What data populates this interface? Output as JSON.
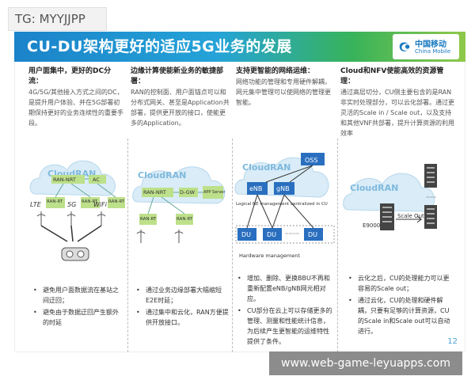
{
  "watermark_top": "TG: MYYJJPP",
  "watermark_bottom": "www.web-game-leyuapps.com",
  "title": "CU-DU架构更好的适应5G业务的发展",
  "logo": {
    "name": "中国移动",
    "en": "China Mobile"
  },
  "columns": [
    {
      "head": "用户面集中，更好的DC分流：",
      "body": "4G/5G/其他接入方式之间的DC，是提升用户体验、并在5G部署初期保持更好的业务连续性的重要手段。"
    },
    {
      "head": "边缘计算使能新业务的敏捷部署：",
      "body": "RAN的控制面、用户面锚点可以和分布式网关、甚至是Application共部署，提供更开放的接口，使能更多的Application。"
    },
    {
      "head": "支持更智能的网络运维：",
      "body": "网络功能的管理和专用硬件解耦，网元集中管理可以使网络的管理更智能。"
    },
    {
      "head": "Cloud和NFV使能高效的资源管理：",
      "body": "通过高层切分，CU侧主要包含的是RAN非实时处理部分，可以云化部署。通过更灵活的Scale in / Scale out，以及支持和其他VNF共部署，提升计算资源的利用效率"
    }
  ],
  "diagram1": {
    "cloud_label": "CloudRAN",
    "nrt": "RAN-NRT",
    "ac": "AC",
    "rt": "RAN-RT",
    "lte": "LTE",
    "g5": "5G",
    "wifi": "WiFi"
  },
  "diagram2": {
    "cloud_label": "CloudRAN",
    "nrt": "RAN-NRT",
    "dgw": "D-GW",
    "app": "APP Server",
    "rt": "RAN-RT"
  },
  "diagram3": {
    "cloud_label": "CloudRAN",
    "oss": "OSS",
    "enb": "eNB",
    "gnb": "gNB",
    "ne_label": "Logical NE management centralized in CU",
    "du": "DU",
    "dots": "·······",
    "hw": "Hardware management"
  },
  "diagram4": {
    "cloud_label": "CloudRAN",
    "e9000": "E9000",
    "scale_out": "Scale Out"
  },
  "bullets": [
    [
      "避免用户面数据流在基站之间迂回；",
      "避免由于数据迂回产生额外的时延"
    ],
    [
      "通过业务边缘部署大幅缩短E2E时延；",
      "通过集中和云化，RAN方便提供开放接口。"
    ],
    [
      "增加、删除、更换BBU不再和重新配置eNB/gNB网元相对应。",
      "CU部分在云上可以存储更多的管理、测量和性能统计信息，为后续产生更智能的运维特性提供了条件。"
    ],
    [
      "云化之后，CU的处理能力可以更容易的Scale out；",
      "通过云化，CU的处理和硬件解耦，只要有足够的计算资源，CU的Scale in和Scale out可以自动进行。"
    ]
  ],
  "page_number": "12",
  "colors": {
    "title_start": "#1b83c9",
    "title_end": "#8fc84a",
    "ran_box": "#bde08a",
    "ne_box": "#2a6fbf"
  }
}
